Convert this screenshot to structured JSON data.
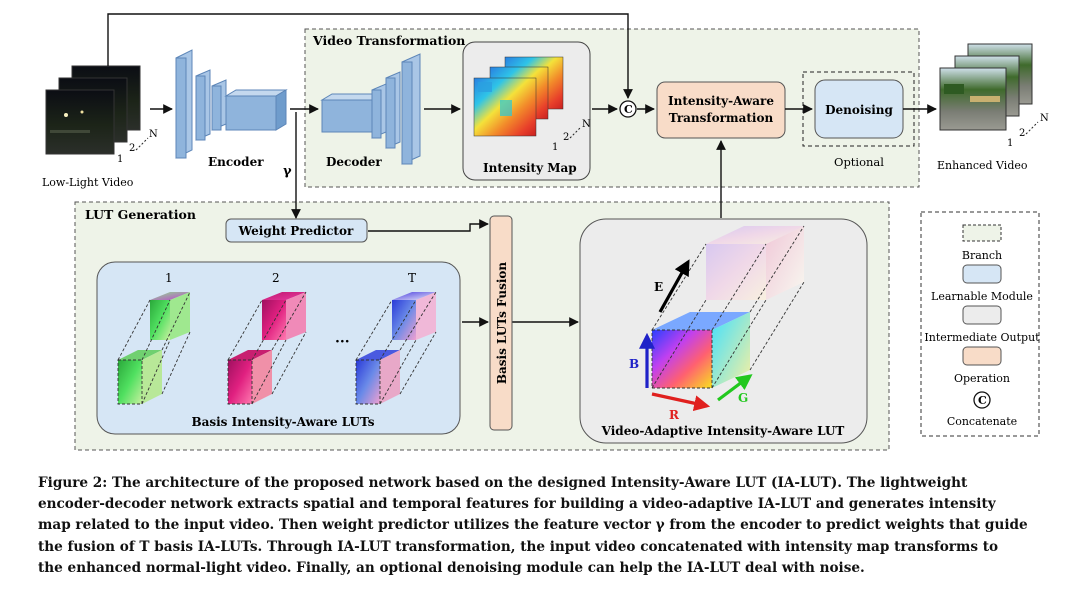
{
  "diagram": {
    "input_label": "Low-Light Video",
    "frame_index_1": "1",
    "frame_index_2": "2",
    "frame_index_n": "N",
    "encoder_label": "Encoder",
    "gamma_label": "γ",
    "decoder_label": "Decoder",
    "video_transformation_title": "Video Transformation",
    "intensity_map_label": "Intensity Map",
    "concat_symbol": "C",
    "ia_transform_line1": "Intensity-Aware",
    "ia_transform_line2": "Transformation",
    "denoising_label": "Denoising",
    "optional_label": "Optional",
    "output_label": "Enhanced Video",
    "lut_generation_title": "LUT Generation",
    "weight_predictor_label": "Weight Predictor",
    "basis_fusion_label": "Basis LUTs Fusion",
    "basis_luts_label": "Basis Intensity-Aware LUTs",
    "basis_lut_indices": [
      "1",
      "2",
      "T"
    ],
    "ellipsis": "···",
    "adaptive_lut_label": "Video-Adaptive Intensity-Aware LUT",
    "axis_labels": {
      "E": "E",
      "B": "B",
      "R": "R",
      "G": "G"
    }
  },
  "legend": {
    "items": [
      {
        "label": "Branch",
        "fill": "#eef3e8",
        "dashed": true
      },
      {
        "label": "Learnable Module",
        "fill": "#d6e6f5",
        "dashed": false
      },
      {
        "label": "Intermediate Output",
        "fill": "#ececec",
        "dashed": false
      },
      {
        "label": "Operation",
        "fill": "#f8dcc8",
        "dashed": false
      },
      {
        "label": "Concatenate",
        "fill": "#ffffff",
        "dashed": false,
        "symbol": "C"
      }
    ]
  },
  "colors": {
    "branch_fill": "#eef3e8",
    "learnable_fill": "#d6e6f5",
    "intermediate_fill": "#ececec",
    "operation_fill": "#f8dcc8",
    "encoder_blue": "#8fb4dc",
    "arrow_e": "#000000",
    "arrow_b": "#1f22c8",
    "arrow_r": "#e0201e",
    "arrow_g": "#22c81e"
  },
  "caption": {
    "lines": [
      "Figure 2: The architecture of the proposed network based on the designed Intensity-Aware LUT (IA-LUT). The lightweight",
      "encoder-decoder network extracts spatial and temporal features for building a video-adaptive IA-LUT and generates intensity",
      "map related to the input video. Then weight predictor utilizes the feature vector γ from the encoder to predict weights that guide",
      "the fusion of T basis IA-LUTs. Through IA-LUT transformation, the input video concatenated with intensity map transforms to",
      "the enhanced normal-light video. Finally, an optional denoising module can help the IA-LUT deal with noise."
    ]
  }
}
